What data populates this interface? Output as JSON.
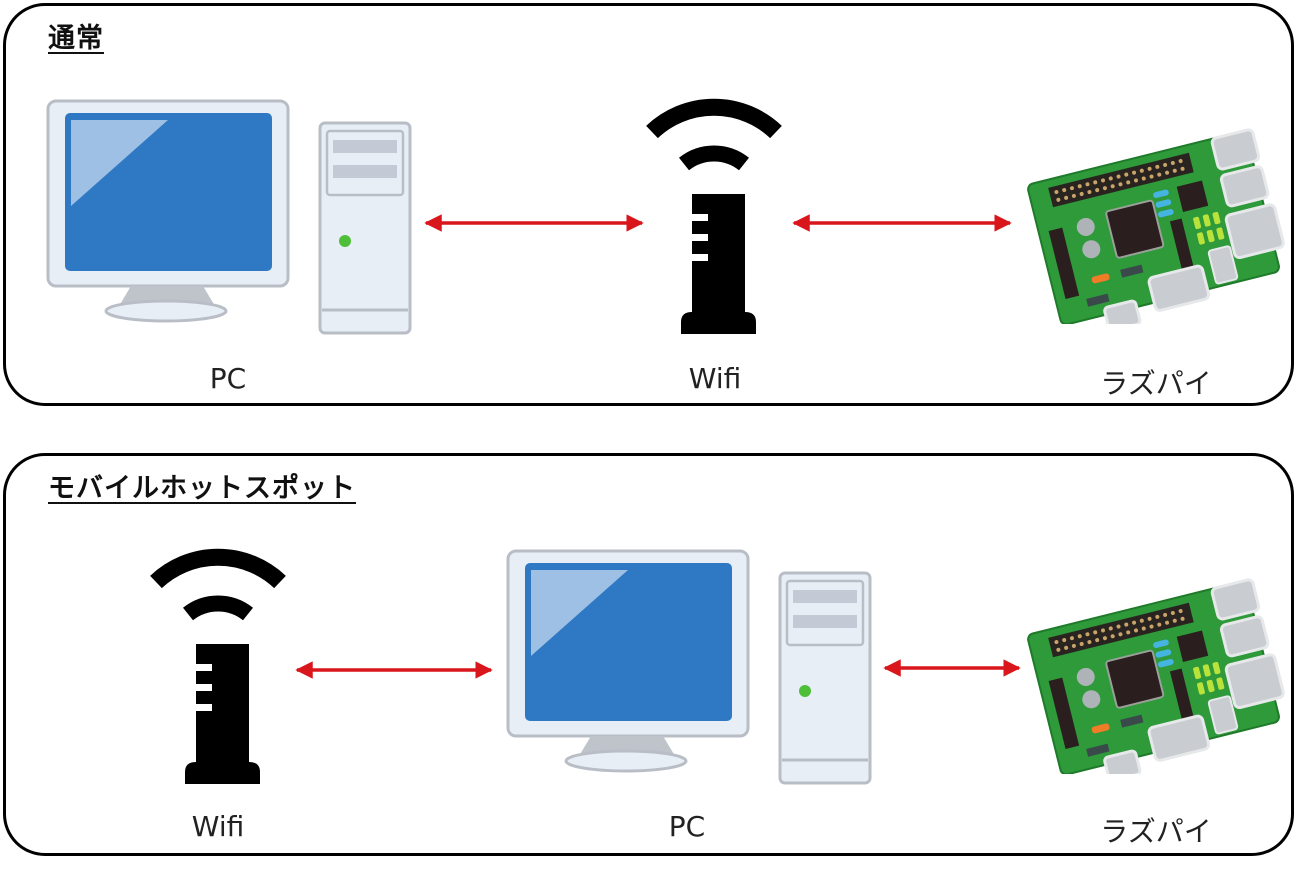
{
  "colors": {
    "arrow": "#d9161c",
    "screen": "#2e78c4",
    "bezel": "#e6ecf4",
    "wifi_icon": "#000000",
    "pcb": "#2e9a3a",
    "power_led": "#4fbf3a"
  },
  "panels": [
    {
      "id": "normal",
      "title": "通常",
      "devices": [
        {
          "type": "pc",
          "icon": "desktop-pc-icon",
          "label": "PC"
        },
        {
          "type": "wifi",
          "icon": "wifi-router-icon",
          "label": "Wifi"
        },
        {
          "type": "raspberry-pi",
          "icon": "raspberry-pi-board-icon",
          "label": "ラズパイ"
        }
      ],
      "connections": [
        {
          "from": "PC",
          "to": "Wifi",
          "style": "bidirectional-arrow"
        },
        {
          "from": "Wifi",
          "to": "ラズパイ",
          "style": "bidirectional-arrow"
        }
      ]
    },
    {
      "id": "hotspot",
      "title": "モバイルホットスポット",
      "devices": [
        {
          "type": "wifi",
          "icon": "wifi-router-icon",
          "label": "Wifi"
        },
        {
          "type": "pc",
          "icon": "desktop-pc-icon",
          "label": "PC"
        },
        {
          "type": "raspberry-pi",
          "icon": "raspberry-pi-board-icon",
          "label": "ラズパイ"
        }
      ],
      "connections": [
        {
          "from": "Wifi",
          "to": "PC",
          "style": "bidirectional-arrow"
        },
        {
          "from": "PC",
          "to": "ラズパイ",
          "style": "bidirectional-arrow"
        }
      ]
    }
  ]
}
